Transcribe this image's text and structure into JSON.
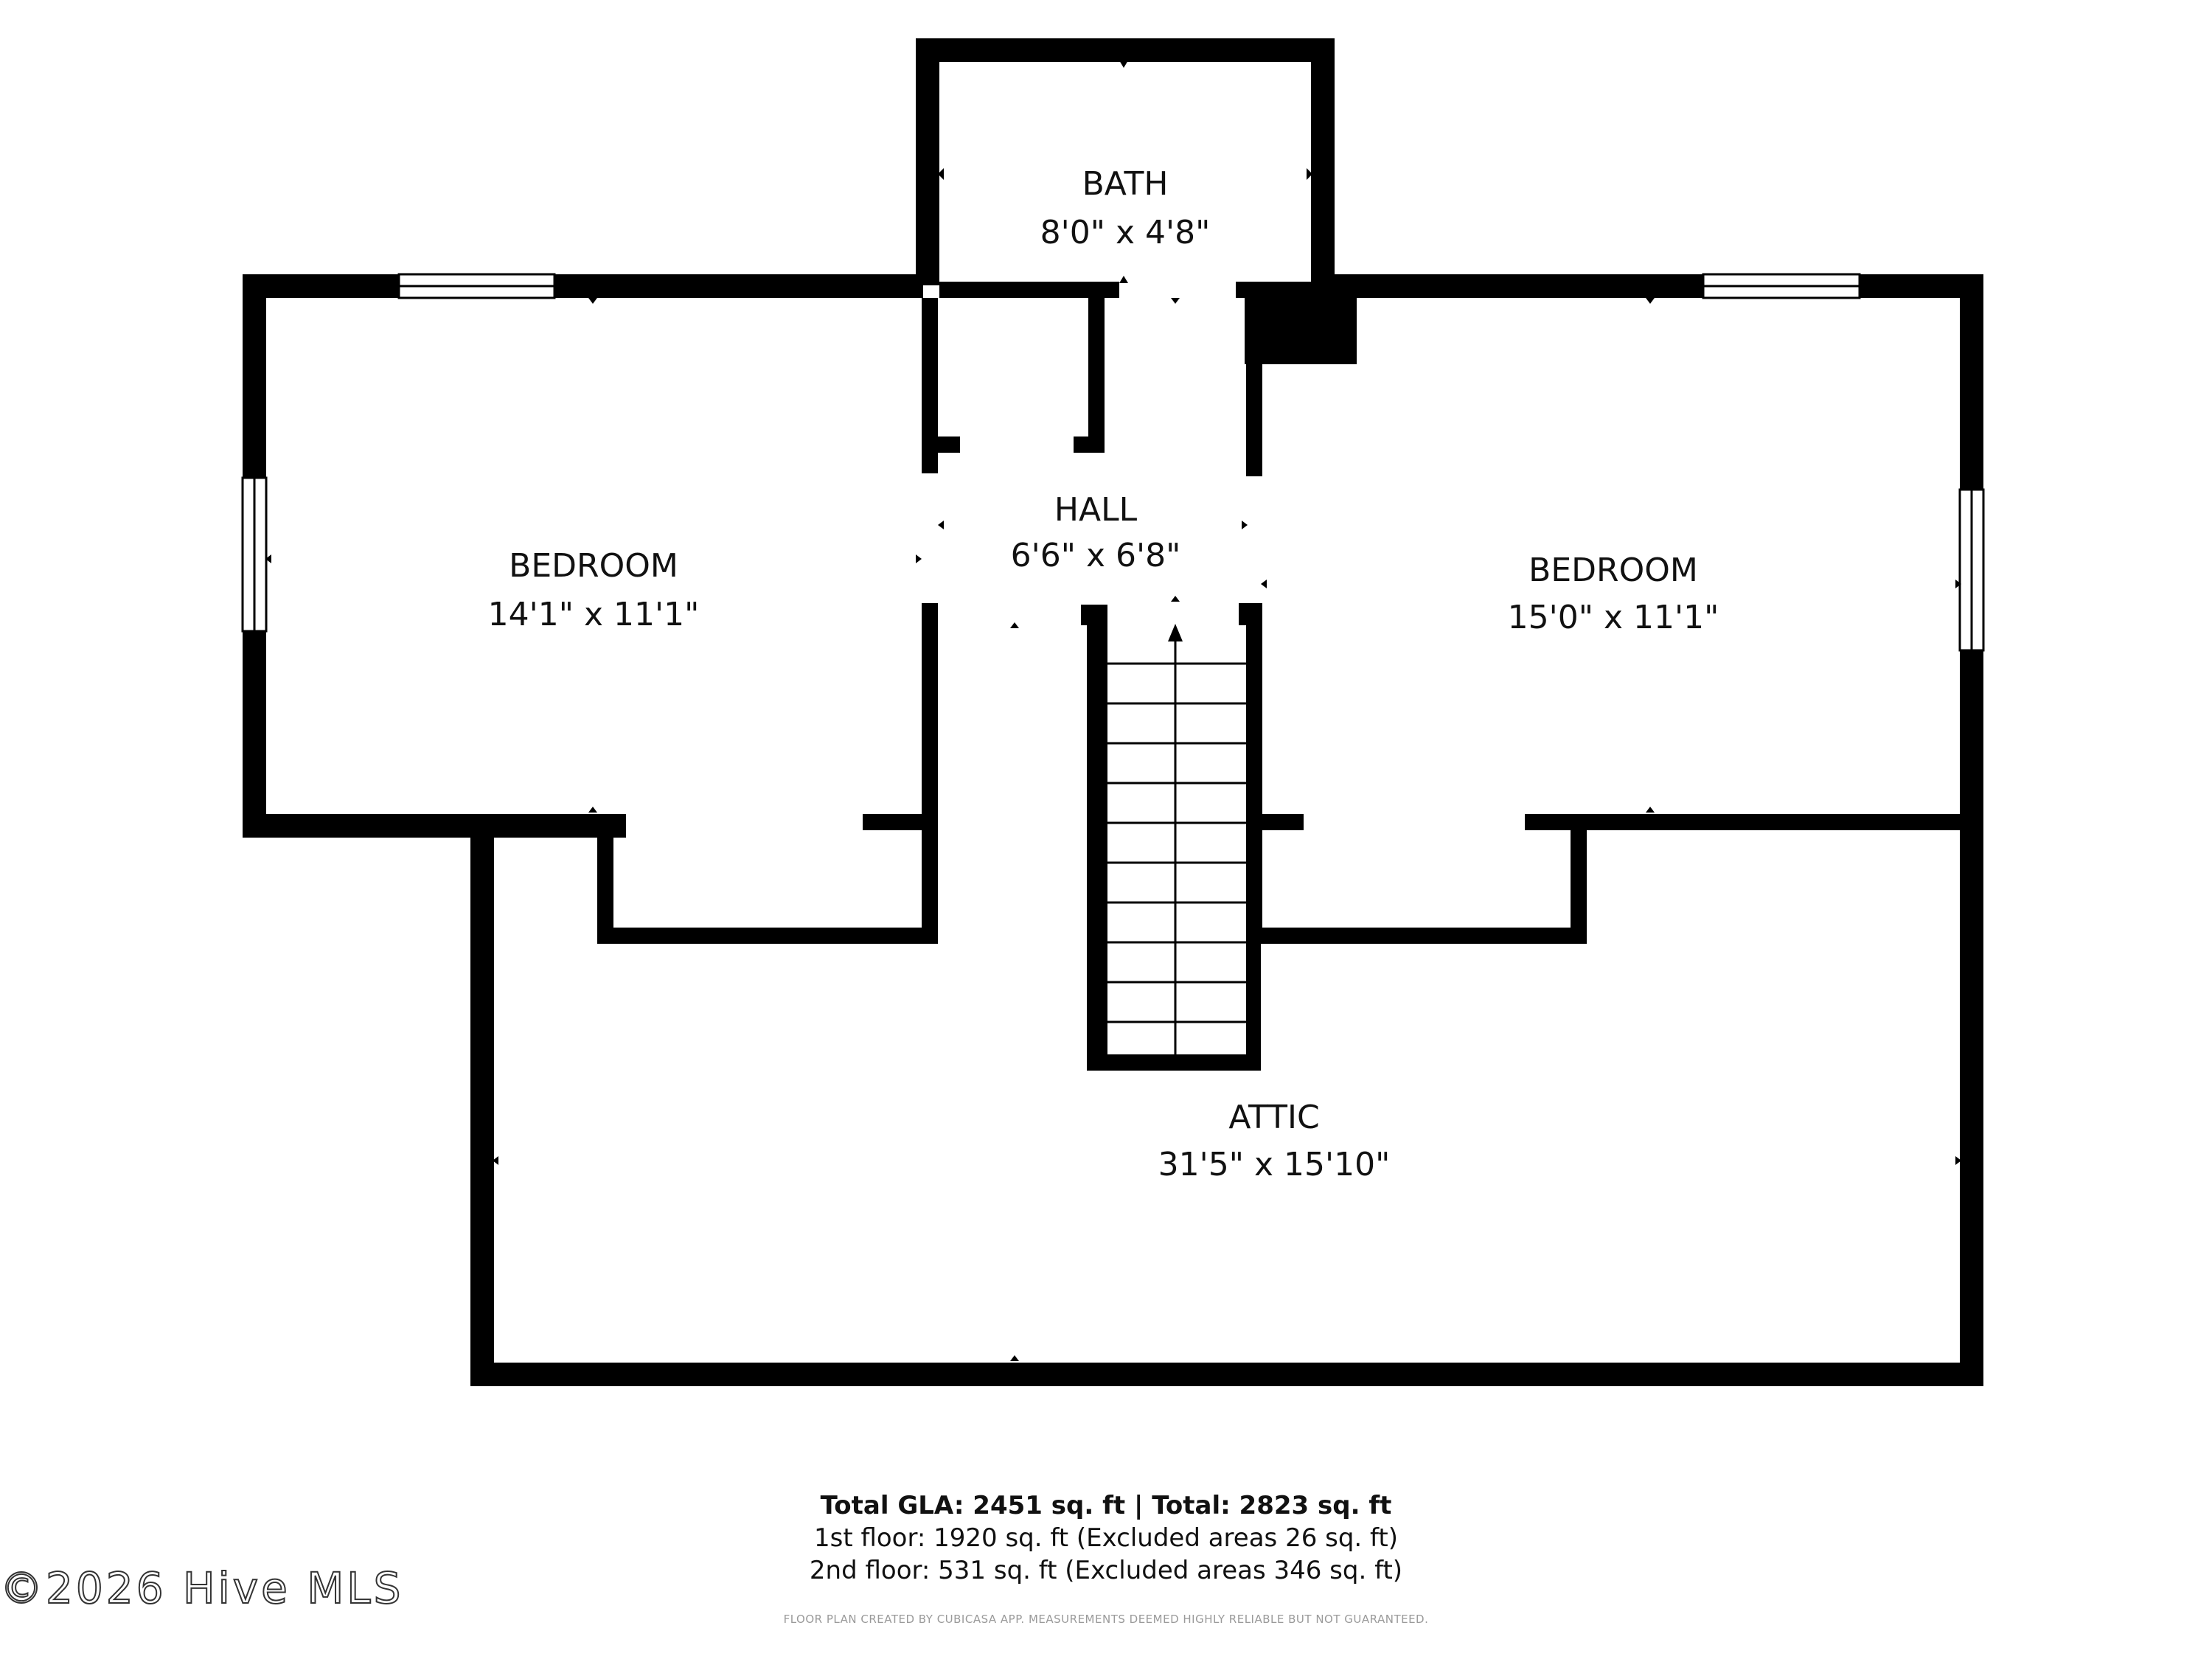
{
  "rooms": {
    "bath": {
      "name": "BATH",
      "dims": "8'0\" x 4'8\""
    },
    "bedroom_left": {
      "name": "BEDROOM",
      "dims": "14'1\" x 11'1\""
    },
    "hall": {
      "name": "HALL",
      "dims": "6'6\" x 6'8\""
    },
    "bedroom_right": {
      "name": "BEDROOM",
      "dims": "15'0\" x 11'1\""
    },
    "attic": {
      "name": "ATTIC",
      "dims": "31'5\" x 15'10\""
    }
  },
  "summary": {
    "total": "Total GLA: 2451 sq. ft | Total: 2823 sq. ft",
    "floor1": "1st floor: 1920 sq. ft (Excluded areas 26 sq. ft)",
    "floor2": "2nd floor: 531 sq. ft (Excluded areas 346 sq. ft)"
  },
  "disclaimer": "FLOOR PLAN CREATED BY CUBICASA APP. MEASUREMENTS DEEMED HIGHLY RELIABLE BUT NOT GUARANTEED.",
  "watermark": "©2026 Hive MLS",
  "colors": {
    "wall": "#000000",
    "background": "#ffffff",
    "text": "#111111"
  }
}
